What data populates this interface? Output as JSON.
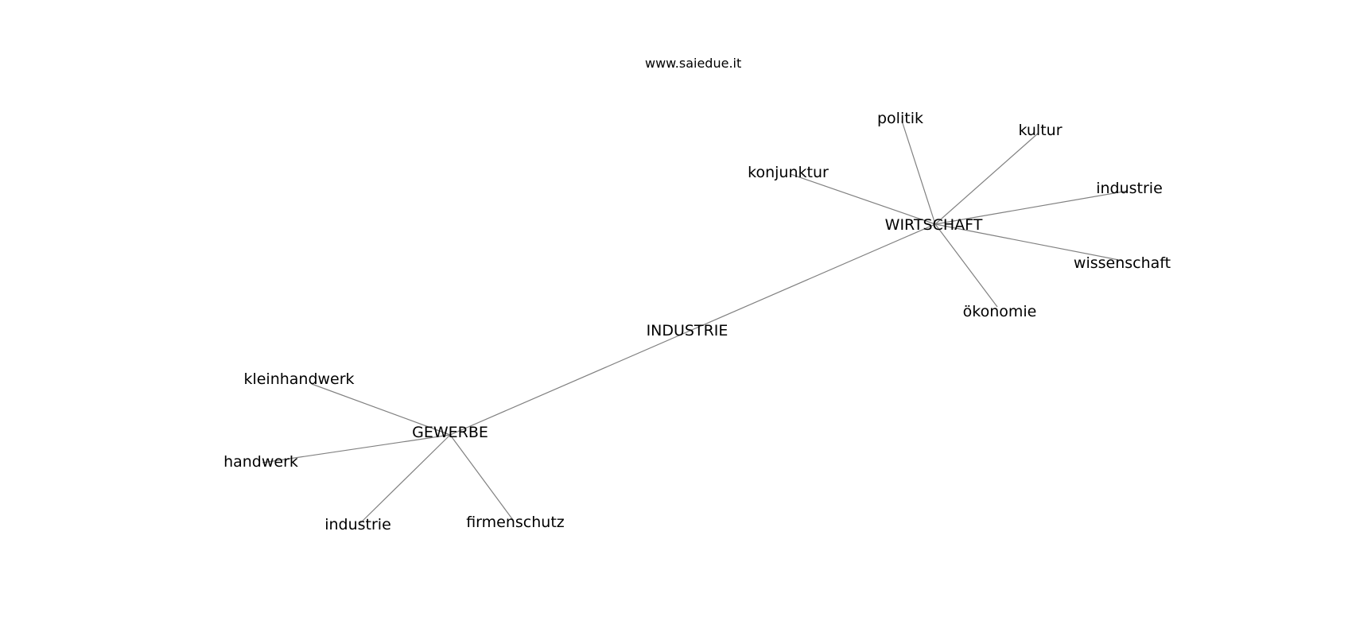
{
  "watermark": "www.saiedue.it",
  "colors": {
    "edge": "#808080",
    "label": "#000000",
    "background": "#ffffff"
  },
  "graph": {
    "nodes": [
      {
        "id": "industrie-center",
        "label": "INDUSTRIE"
      },
      {
        "id": "wirtschaft",
        "label": "WIRTSCHAFT"
      },
      {
        "id": "gewerbe",
        "label": "GEWERBE"
      },
      {
        "id": "politik",
        "label": "politik"
      },
      {
        "id": "kultur",
        "label": "kultur"
      },
      {
        "id": "konjunktur",
        "label": "konjunktur"
      },
      {
        "id": "industrie-w",
        "label": "industrie"
      },
      {
        "id": "wissenschaft",
        "label": "wissenschaft"
      },
      {
        "id": "oekonomie",
        "label": "ökonomie"
      },
      {
        "id": "kleinhandwerk",
        "label": "kleinhandwerk"
      },
      {
        "id": "handwerk",
        "label": "handwerk"
      },
      {
        "id": "industrie-g",
        "label": "industrie"
      },
      {
        "id": "firmenschutz",
        "label": "firmenschutz"
      }
    ],
    "edges": [
      [
        "gewerbe",
        "wirtschaft"
      ],
      [
        "wirtschaft",
        "politik"
      ],
      [
        "wirtschaft",
        "kultur"
      ],
      [
        "wirtschaft",
        "konjunktur"
      ],
      [
        "wirtschaft",
        "industrie-w"
      ],
      [
        "wirtschaft",
        "wissenschaft"
      ],
      [
        "wirtschaft",
        "oekonomie"
      ],
      [
        "gewerbe",
        "kleinhandwerk"
      ],
      [
        "gewerbe",
        "handwerk"
      ],
      [
        "gewerbe",
        "industrie-g"
      ],
      [
        "gewerbe",
        "firmenschutz"
      ]
    ]
  }
}
